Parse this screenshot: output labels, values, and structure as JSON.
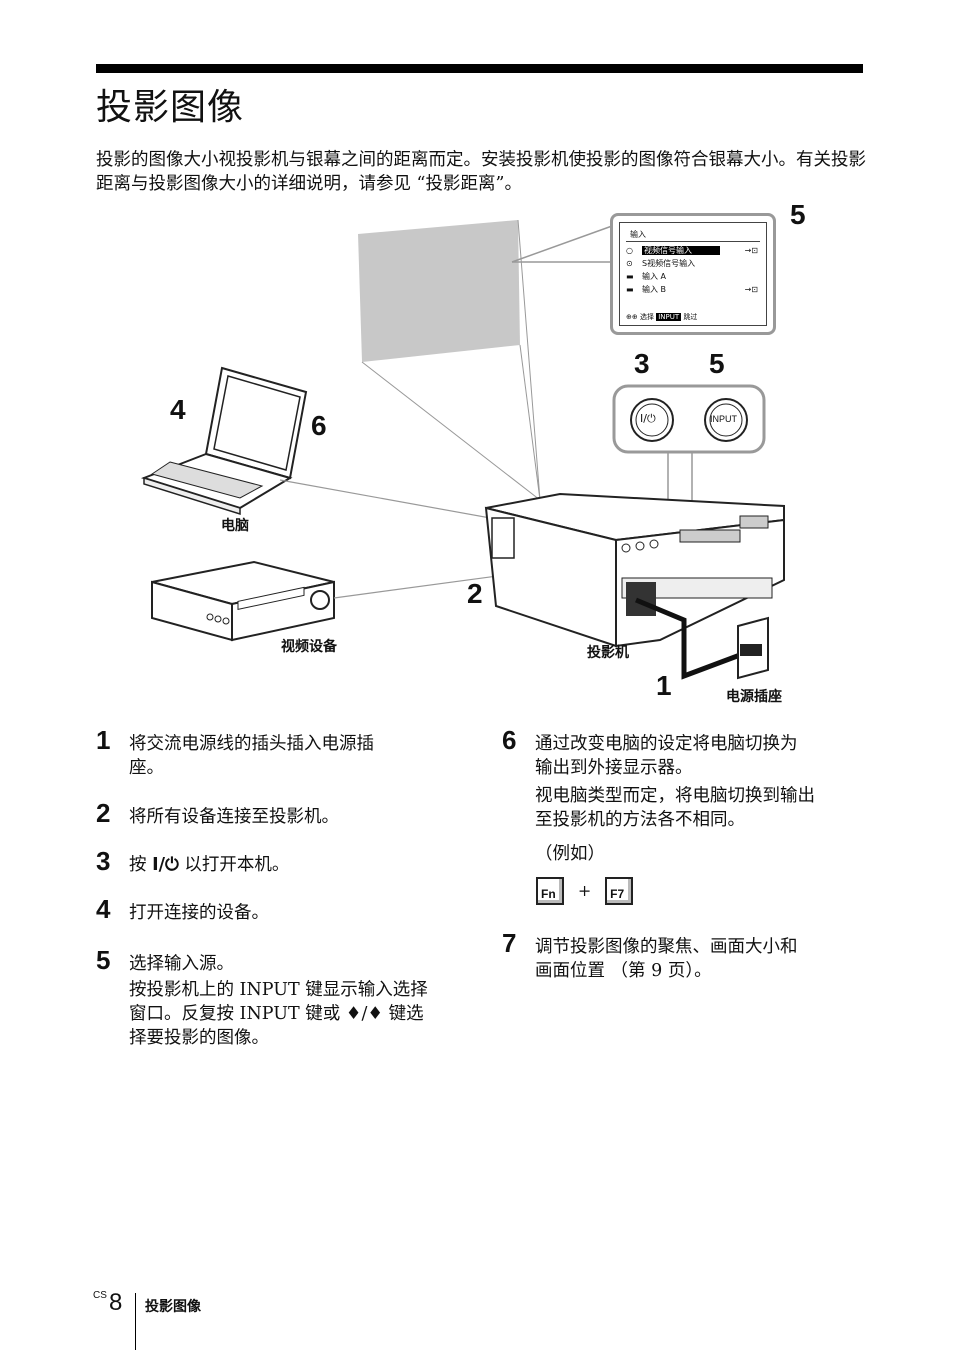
{
  "page": {
    "title": "投影图像",
    "intro": "投影的图像大小视投影机与银幕之间的距离而定。安装投影机使投影的图像符合银幕大小。有关投影距离与投影图像大小的详细说明，请参见 “投影距离”。"
  },
  "diagram": {
    "labels": {
      "computer": "电脑",
      "video_device": "视频设备",
      "projector": "投影机",
      "wall_outlet": "电源插座"
    },
    "callouts": [
      "5",
      "3",
      "5",
      "4",
      "6",
      "2",
      "1"
    ],
    "buttons": {
      "power": "I/⏻",
      "input": "INPUT"
    },
    "osd": {
      "title": "输入",
      "rows": [
        {
          "label": "视频信号输入",
          "selected": true
        },
        {
          "label": "S视频信号输入",
          "selected": false
        },
        {
          "label": "输入 A",
          "selected": false
        },
        {
          "label": "输入 B",
          "selected": false
        }
      ],
      "footer": "选择",
      "footer_key": "INPUT",
      "footer_end": "跳过"
    }
  },
  "steps": {
    "s1": {
      "num": "1",
      "text_line1": "将交流电源线的插头插入电源插",
      "text_line2": "座。"
    },
    "s2": {
      "num": "2",
      "text": "将所有设备连接至投影机。"
    },
    "s3": {
      "num": "3",
      "prefix": "按 ",
      "key": "I/⏻",
      "suffix": " 以打开本机。"
    },
    "s4": {
      "num": "4",
      "text": "打开连接的设备。"
    },
    "s5": {
      "num": "5",
      "text": "选择输入源。",
      "detail_line1": "按投影机上的 INPUT 键显示输入选择",
      "detail_line2": "窗口。反复按 INPUT 键或 ♦/♦ 键选",
      "detail_line3": "择要投影的图像。"
    },
    "s6": {
      "num": "6",
      "text_line1": "通过改变电脑的设定将电脑切换为",
      "text_line2": "输出到外接显示器。",
      "detail_line1": "视电脑类型而定，将电脑切换到输出",
      "detail_line2": "至投影机的方法各不相同。",
      "example": "（例如）",
      "key1": "Fn",
      "plus": "+",
      "key2": "F7"
    },
    "s7": {
      "num": "7",
      "text_line1": "调节投影图像的聚焦、画面大小和",
      "text_line2": "画面位置 （第 9 页）。"
    }
  },
  "footer": {
    "lang": "CS",
    "page": "8",
    "section": "投影图像"
  }
}
